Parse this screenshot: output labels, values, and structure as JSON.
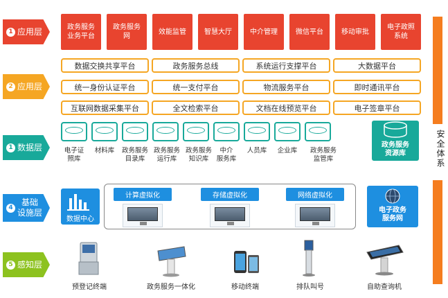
{
  "layers": {
    "l1": {
      "num": "1",
      "label": "应用层",
      "color": "#e8442f"
    },
    "l2": {
      "num": "2",
      "label": "应用层",
      "color": "#f5a623"
    },
    "l3": {
      "num": "1",
      "label": "数据层",
      "color": "#18a99a"
    },
    "l4": {
      "num": "4",
      "label": "基础\n设施层",
      "color": "#1e8fe0"
    },
    "l5": {
      "num": "5",
      "label": "感知层",
      "color": "#8dc21f"
    }
  },
  "app_top": [
    "政务服务\n业务平台",
    "政务服务\n网",
    "效能监管",
    "智慧大厅",
    "中介管理",
    "微信平台",
    "移动审批",
    "电子政照\n系统"
  ],
  "app_support": [
    [
      "数据交换共享平台",
      "政务服务总线",
      "系统运行支撑平台",
      "大数据平台"
    ],
    [
      "统一身份认证平台",
      "统一支付平台",
      "物流服务平台",
      "即时通讯平台"
    ],
    [
      "互联网数据采集平台",
      "全文检索平台",
      "文档在线预览平台",
      "电子签章平台"
    ]
  ],
  "databases": [
    "电子证\n照库",
    "材料库",
    "政务服务\n目录库",
    "政务服务\n运行库",
    "政务服务\n知识库",
    "中介\n服务库",
    "人员库",
    "企业库",
    "政务服务\n监管库"
  ],
  "resource_db": "政务服务\n资源库",
  "data_center": "数据中心",
  "virtualization": [
    "计算虚拟化",
    "存储虚拟化",
    "网络虚拟化"
  ],
  "network": "电子政务\n服务网",
  "devices": [
    "预登记终端",
    "政务服务一体化",
    "移动终端",
    "排队叫号",
    "自助查询机"
  ],
  "security": "安全体系"
}
